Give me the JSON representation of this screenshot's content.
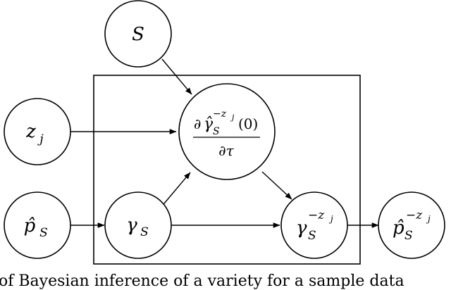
{
  "nodes": {
    "S": {
      "base": "S"
    },
    "z": {
      "base": "z",
      "sub": "j"
    },
    "phat": {
      "base": "p̂",
      "sub": "S"
    },
    "gamma": {
      "base": "γ",
      "sub": "S"
    },
    "deriv": {
      "num_prefix": "∂",
      "num_base": "γ̂",
      "num_sub": "S",
      "num_sup": "−z",
      "num_sup_sub": "j",
      "num_suffix": "(0)",
      "den": "∂τ"
    },
    "gamma_out": {
      "base": "γ",
      "sub": "S",
      "sup": "−z",
      "sup_sub": "j"
    },
    "phat_out": {
      "base": "p̂",
      "sub": "S",
      "sup": "−z",
      "sup_sub": "j"
    }
  },
  "caption": "of Bayesian inference of a variety for a sample data"
}
